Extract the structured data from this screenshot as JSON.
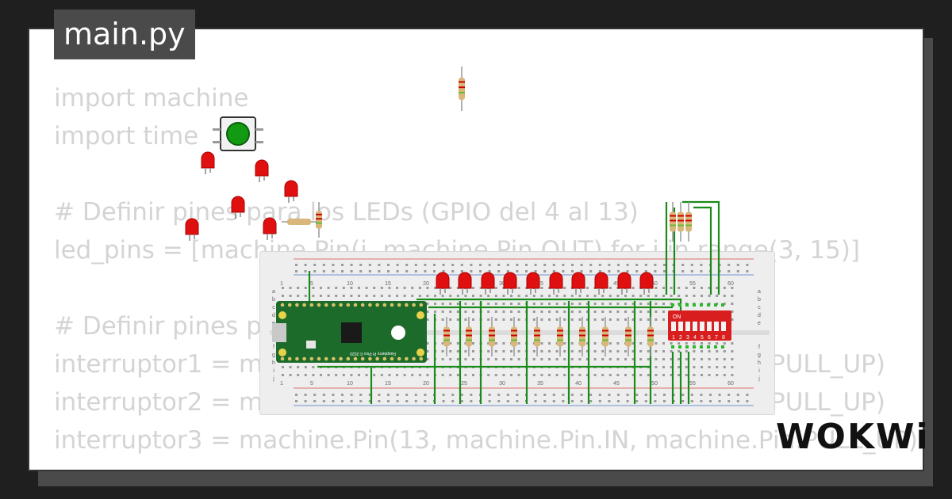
{
  "file_tab": {
    "name": "main.py"
  },
  "code_lines": [
    "import machine",
    "import time",
    "",
    "# Definir pines para los LEDs (GPIO del 4 al 13)",
    "led_pins = [machine.Pin(i, machine.Pin.OUT) for i in range(3, 15)]",
    "",
    "# Definir pines pa",
    "interruptor1 = ma                                                               PULL_UP)",
    "interruptor2 = ma                                                               PULL_UP)",
    "interruptor3 = machine.Pin(13, machine.Pin.IN, machine.Pin.PULL_UP)"
  ],
  "breadboard": {
    "column_numbers": [
      "1",
      "5",
      "10",
      "15",
      "20",
      "25",
      "30",
      "35",
      "40",
      "45",
      "50",
      "55",
      "60"
    ],
    "row_letters_top": [
      "a",
      "b",
      "c",
      "d",
      "e"
    ],
    "row_letters_bottom": [
      "f",
      "g",
      "h",
      "i",
      "j"
    ]
  },
  "dip_switch": {
    "label": "ON",
    "positions": [
      "1",
      "2",
      "3",
      "4",
      "5",
      "6",
      "7",
      "8"
    ]
  },
  "pico": {
    "board_text": "Raspberry Pi Pico © 2020"
  },
  "brand": {
    "logo_text": "WOKWi"
  },
  "colors": {
    "background": "#1f1f1f",
    "card": "#ffffff",
    "tab": "#4a4a4a",
    "code_text": "#d4d4d4",
    "wire": "#1a8a1a",
    "led": "#e01010",
    "pico_board": "#1d6b2a",
    "dip_switch": "#d81e1e",
    "button": "#129a12"
  }
}
